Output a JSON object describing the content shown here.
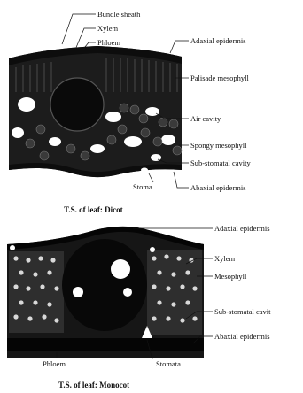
{
  "dicot": {
    "labels": {
      "bundle_sheath": "Bundle sheath",
      "xylem": "Xylem",
      "phloem": "Phloem",
      "adaxial_epidermis": "Adaxial epidermis",
      "palisade_mesophyll": "Palisade mesophyll",
      "air_cavity": "Air cavity",
      "spongy_mesophyll": "Spongy mesophyll",
      "sub_stomatal_cavity": "Sub-stomatal cavity",
      "stoma": "Stoma",
      "abaxial_epidermis": "Abaxial epidermis"
    },
    "caption": "T.S. of leaf: Dicot"
  },
  "monocot": {
    "labels": {
      "adaxial_epidermis": "Adaxial epidermis",
      "xylem": "Xylem",
      "mesophyll": "Mesophyll",
      "sub_stomatal_cavity": "Sub-stomatal cavit",
      "abaxial_epidermis": "Abaxial epidermis",
      "phloem": "Phloem",
      "stomata": "Stomata"
    },
    "caption": "T.S. of leaf: Monocot"
  },
  "colors": {
    "ink": "#111111",
    "tissue_dark": "#1c1c1c",
    "tissue_mid": "#3a3a3a",
    "background": "#ffffff"
  }
}
